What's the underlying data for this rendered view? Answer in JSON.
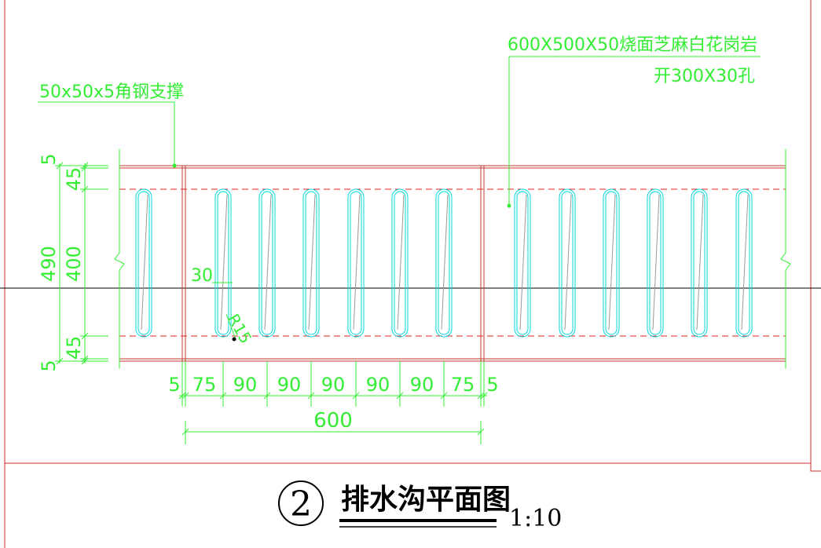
{
  "colors": {
    "background": "#ffffff",
    "border": "#d42a2a",
    "frame": "#c0392b",
    "dimension": "#33ee33",
    "slot": "#00d8e0",
    "dashed": "#e02020",
    "text_dark": "#000000"
  },
  "annotations": {
    "angle_steel": "50x50x5角钢支撑",
    "granite_line1": "600X500X50烧面芝麻白花岗岩",
    "granite_line2": "开300X30孔",
    "slot_width": "30",
    "radius": "R15"
  },
  "dimensions": {
    "left_total": "490",
    "left_top_5": "5",
    "left_top_45": "45",
    "left_mid_400": "400",
    "left_bot_45": "45",
    "left_bot_5": "5",
    "bottom_segments": [
      "5",
      "75",
      "90",
      "90",
      "90",
      "90",
      "90",
      "75",
      "5"
    ],
    "bottom_total": "600"
  },
  "title": {
    "number": "2",
    "name": "排水沟平面图",
    "scale": "1:10"
  }
}
